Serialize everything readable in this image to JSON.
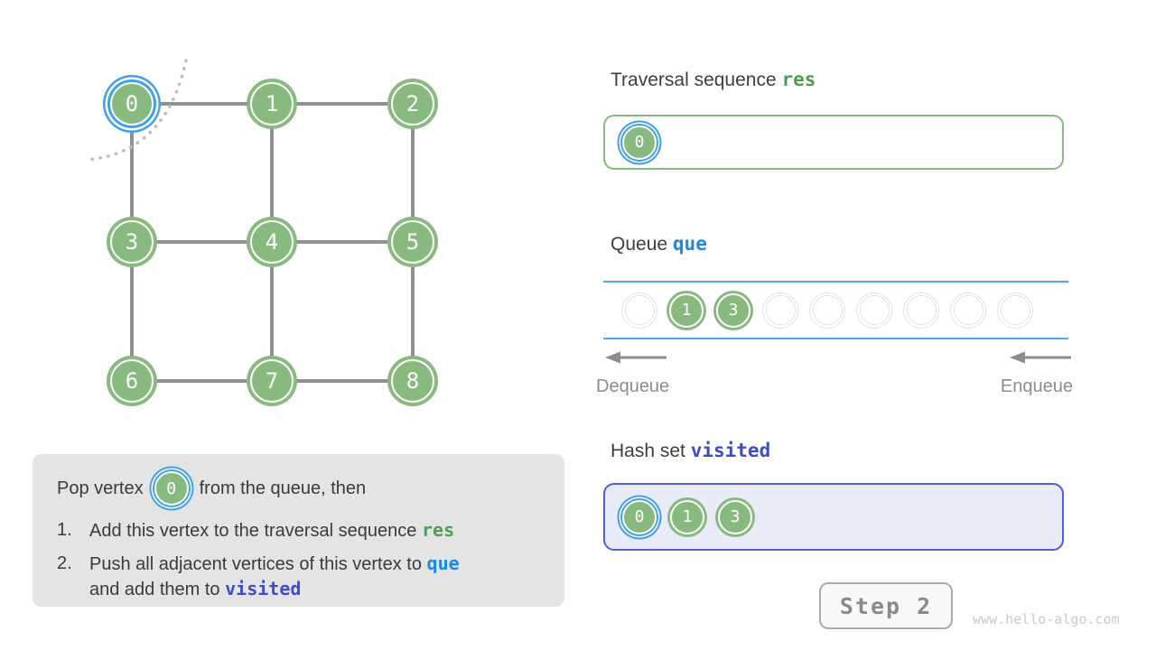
{
  "graph": {
    "vertices": [
      {
        "label": "0",
        "highlighted": true
      },
      {
        "label": "1",
        "highlighted": false
      },
      {
        "label": "2",
        "highlighted": false
      },
      {
        "label": "3",
        "highlighted": false
      },
      {
        "label": "4",
        "highlighted": false
      },
      {
        "label": "5",
        "highlighted": false
      },
      {
        "label": "6",
        "highlighted": false
      },
      {
        "label": "7",
        "highlighted": false
      },
      {
        "label": "8",
        "highlighted": false
      }
    ],
    "edges": [
      "0-1",
      "1-2",
      "3-4",
      "4-5",
      "6-7",
      "7-8",
      "0-3",
      "3-6",
      "1-4",
      "4-7",
      "2-5",
      "5-8"
    ]
  },
  "res_section": {
    "title": "Traversal sequence",
    "var": "res",
    "items": [
      "0"
    ]
  },
  "queue_section": {
    "title": "Queue",
    "var": "que",
    "slots": [
      "",
      "1",
      "3",
      "",
      "",
      "",
      "",
      "",
      ""
    ],
    "dequeue_label": "Dequeue",
    "enqueue_label": "Enqueue"
  },
  "visited_section": {
    "title": "Hash set",
    "var": "visited",
    "items": [
      "0",
      "1",
      "3"
    ]
  },
  "explanation": {
    "intro_before": "Pop vertex",
    "popped_vertex": "0",
    "intro_after": "from the queue, then",
    "step1_num": "1.",
    "step1_text": "Add this vertex to the traversal sequence",
    "step1_code": "res",
    "step2_num": "2.",
    "step2_text": "Push all adjacent vertices of this vertex to",
    "step2_code": "que",
    "step2_text2": "and add them to",
    "step2_code2": "visited"
  },
  "footer": {
    "step_label": "Step 2",
    "watermark": "www.hello-algo.com"
  },
  "colors": {
    "vertex_green": "#88BA7F",
    "highlight_blue": "#42A0E6",
    "res_green": "#4C9F50",
    "que_blue": "#1E88E5",
    "visited_indigo": "#3D4DC8",
    "edge_gray": "#909090"
  }
}
